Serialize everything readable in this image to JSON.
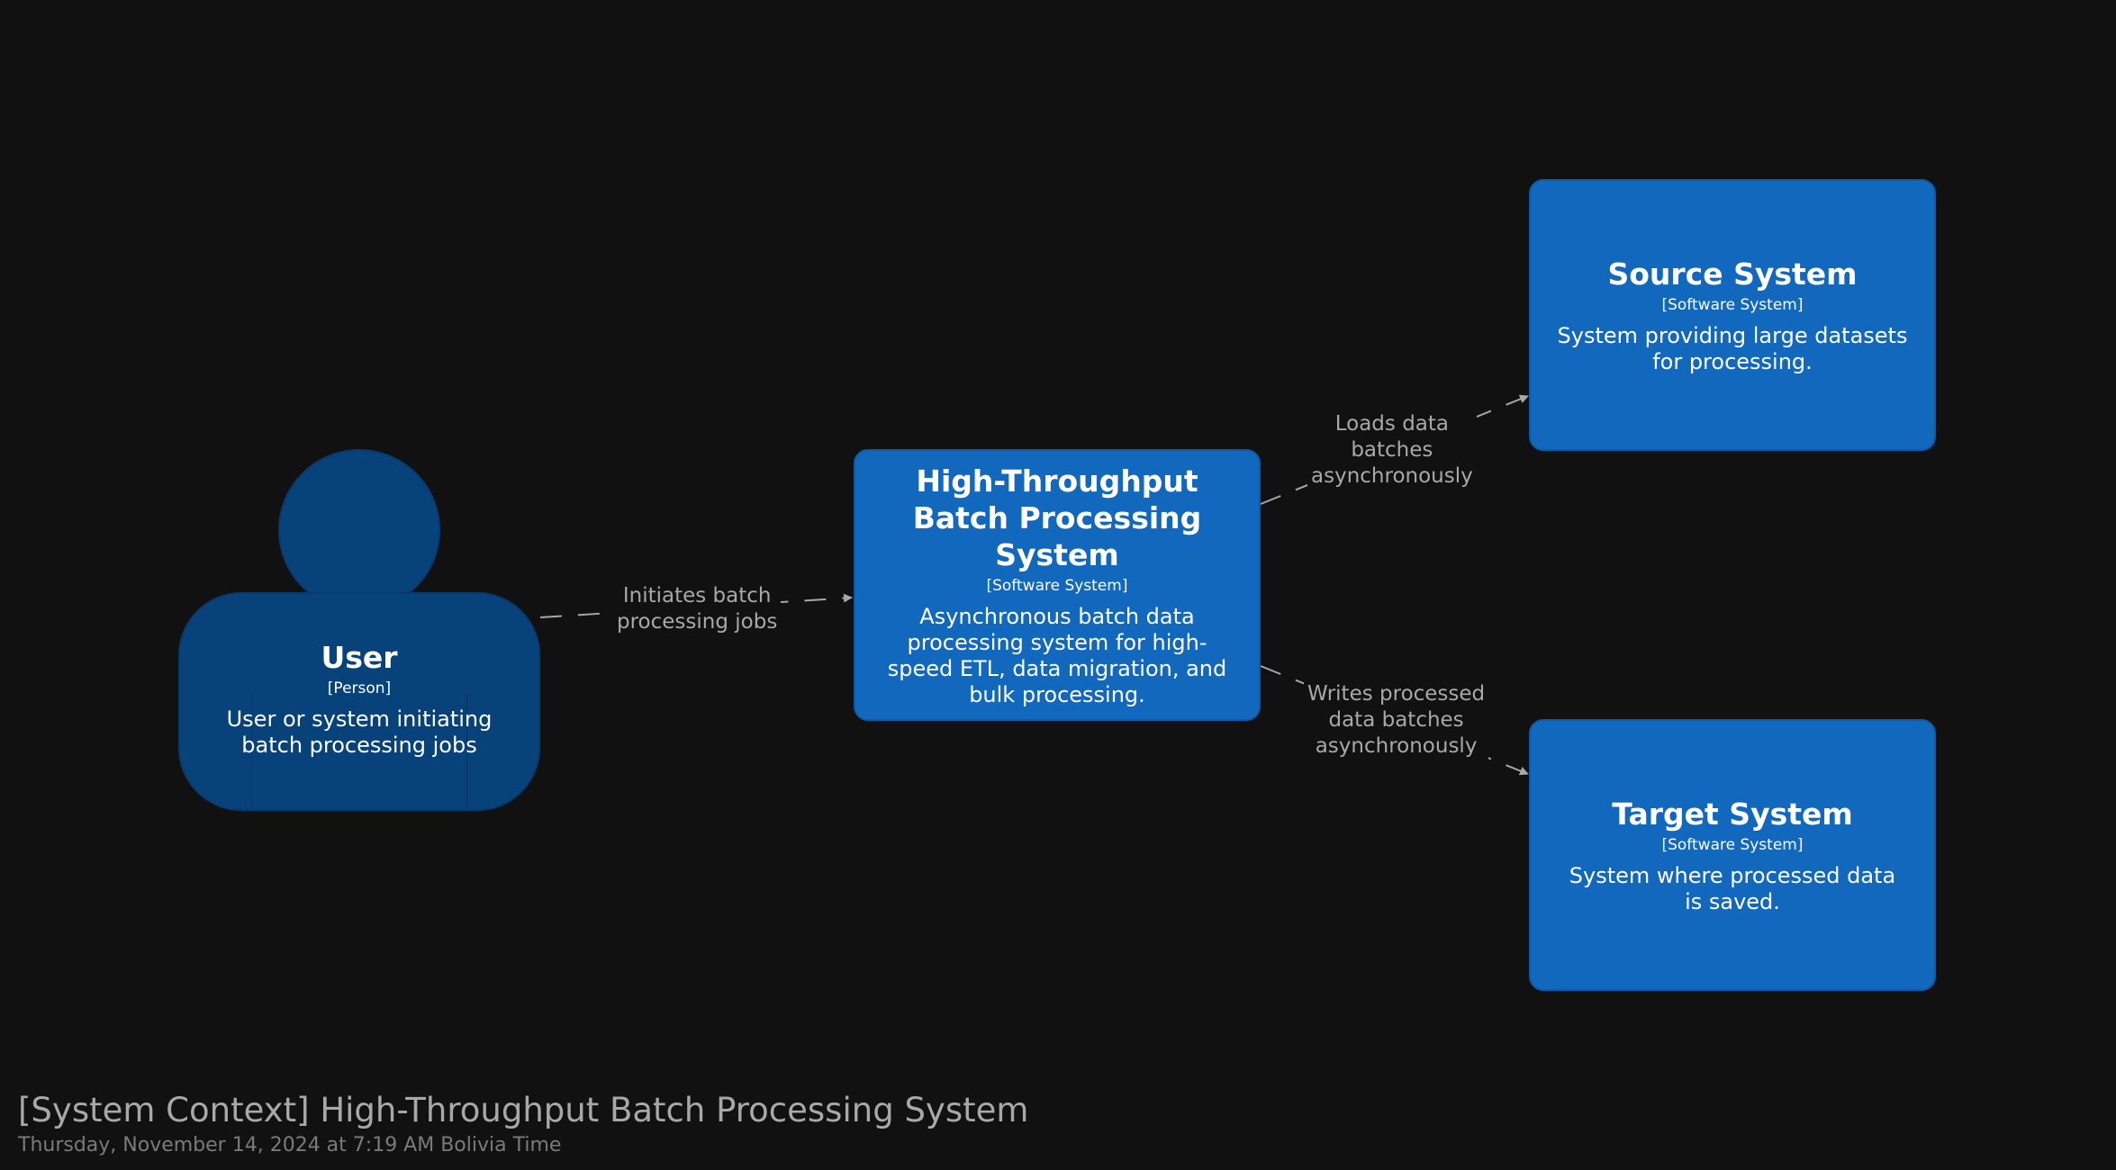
{
  "diagram": {
    "title": "[System Context] High-Throughput Batch Processing System",
    "timestamp": "Thursday, November 14, 2024 at 7:19 AM Bolivia Time"
  },
  "colors": {
    "background": "#111111",
    "software_system": "#1168bd",
    "person": "#08427b",
    "edge": "#a8a8a8",
    "text": "#ffffff"
  },
  "nodes": {
    "user": {
      "name": "User",
      "type": "[Person]",
      "description": "User or system initiating batch processing jobs"
    },
    "batch_system": {
      "name": "High-Throughput Batch Processing System",
      "type": "[Software System]",
      "description": "Asynchronous batch data processing system for high-speed ETL, data migration, and bulk processing."
    },
    "source_system": {
      "name": "Source System",
      "type": "[Software System]",
      "description": "System providing large datasets for processing."
    },
    "target_system": {
      "name": "Target System",
      "type": "[Software System]",
      "description": "System where processed data is saved."
    }
  },
  "edges": {
    "user_to_batch": "Initiates batch\nprocessing jobs",
    "batch_to_source": "Loads data\nbatches\nasynchronously",
    "batch_to_target": "Writes processed\ndata batches\nasynchronously"
  }
}
